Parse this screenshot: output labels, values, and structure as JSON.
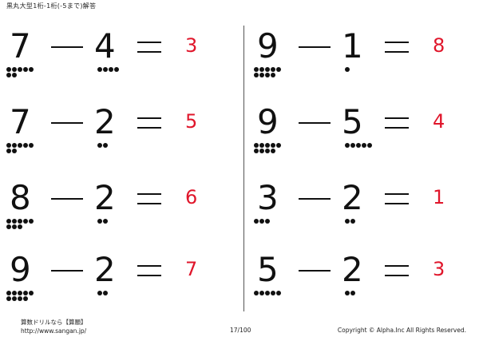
{
  "header": {
    "title": "黒丸大型1桁-1桁(-5まで)解答"
  },
  "problems": [
    {
      "a": "7",
      "b": "4",
      "answer": "3"
    },
    {
      "a": "9",
      "b": "1",
      "answer": "8"
    },
    {
      "a": "7",
      "b": "2",
      "answer": "5"
    },
    {
      "a": "9",
      "b": "5",
      "answer": "4"
    },
    {
      "a": "8",
      "b": "2",
      "answer": "6"
    },
    {
      "a": "3",
      "b": "2",
      "answer": "1"
    },
    {
      "a": "9",
      "b": "2",
      "answer": "7"
    },
    {
      "a": "5",
      "b": "2",
      "answer": "3"
    }
  ],
  "footer": {
    "line1": "算数ドリルなら【算願】",
    "url": "http://www.sangan.jp/",
    "page": "17/100",
    "copyright": "Copyright © Alpha.Inc All Rights Reserved."
  }
}
